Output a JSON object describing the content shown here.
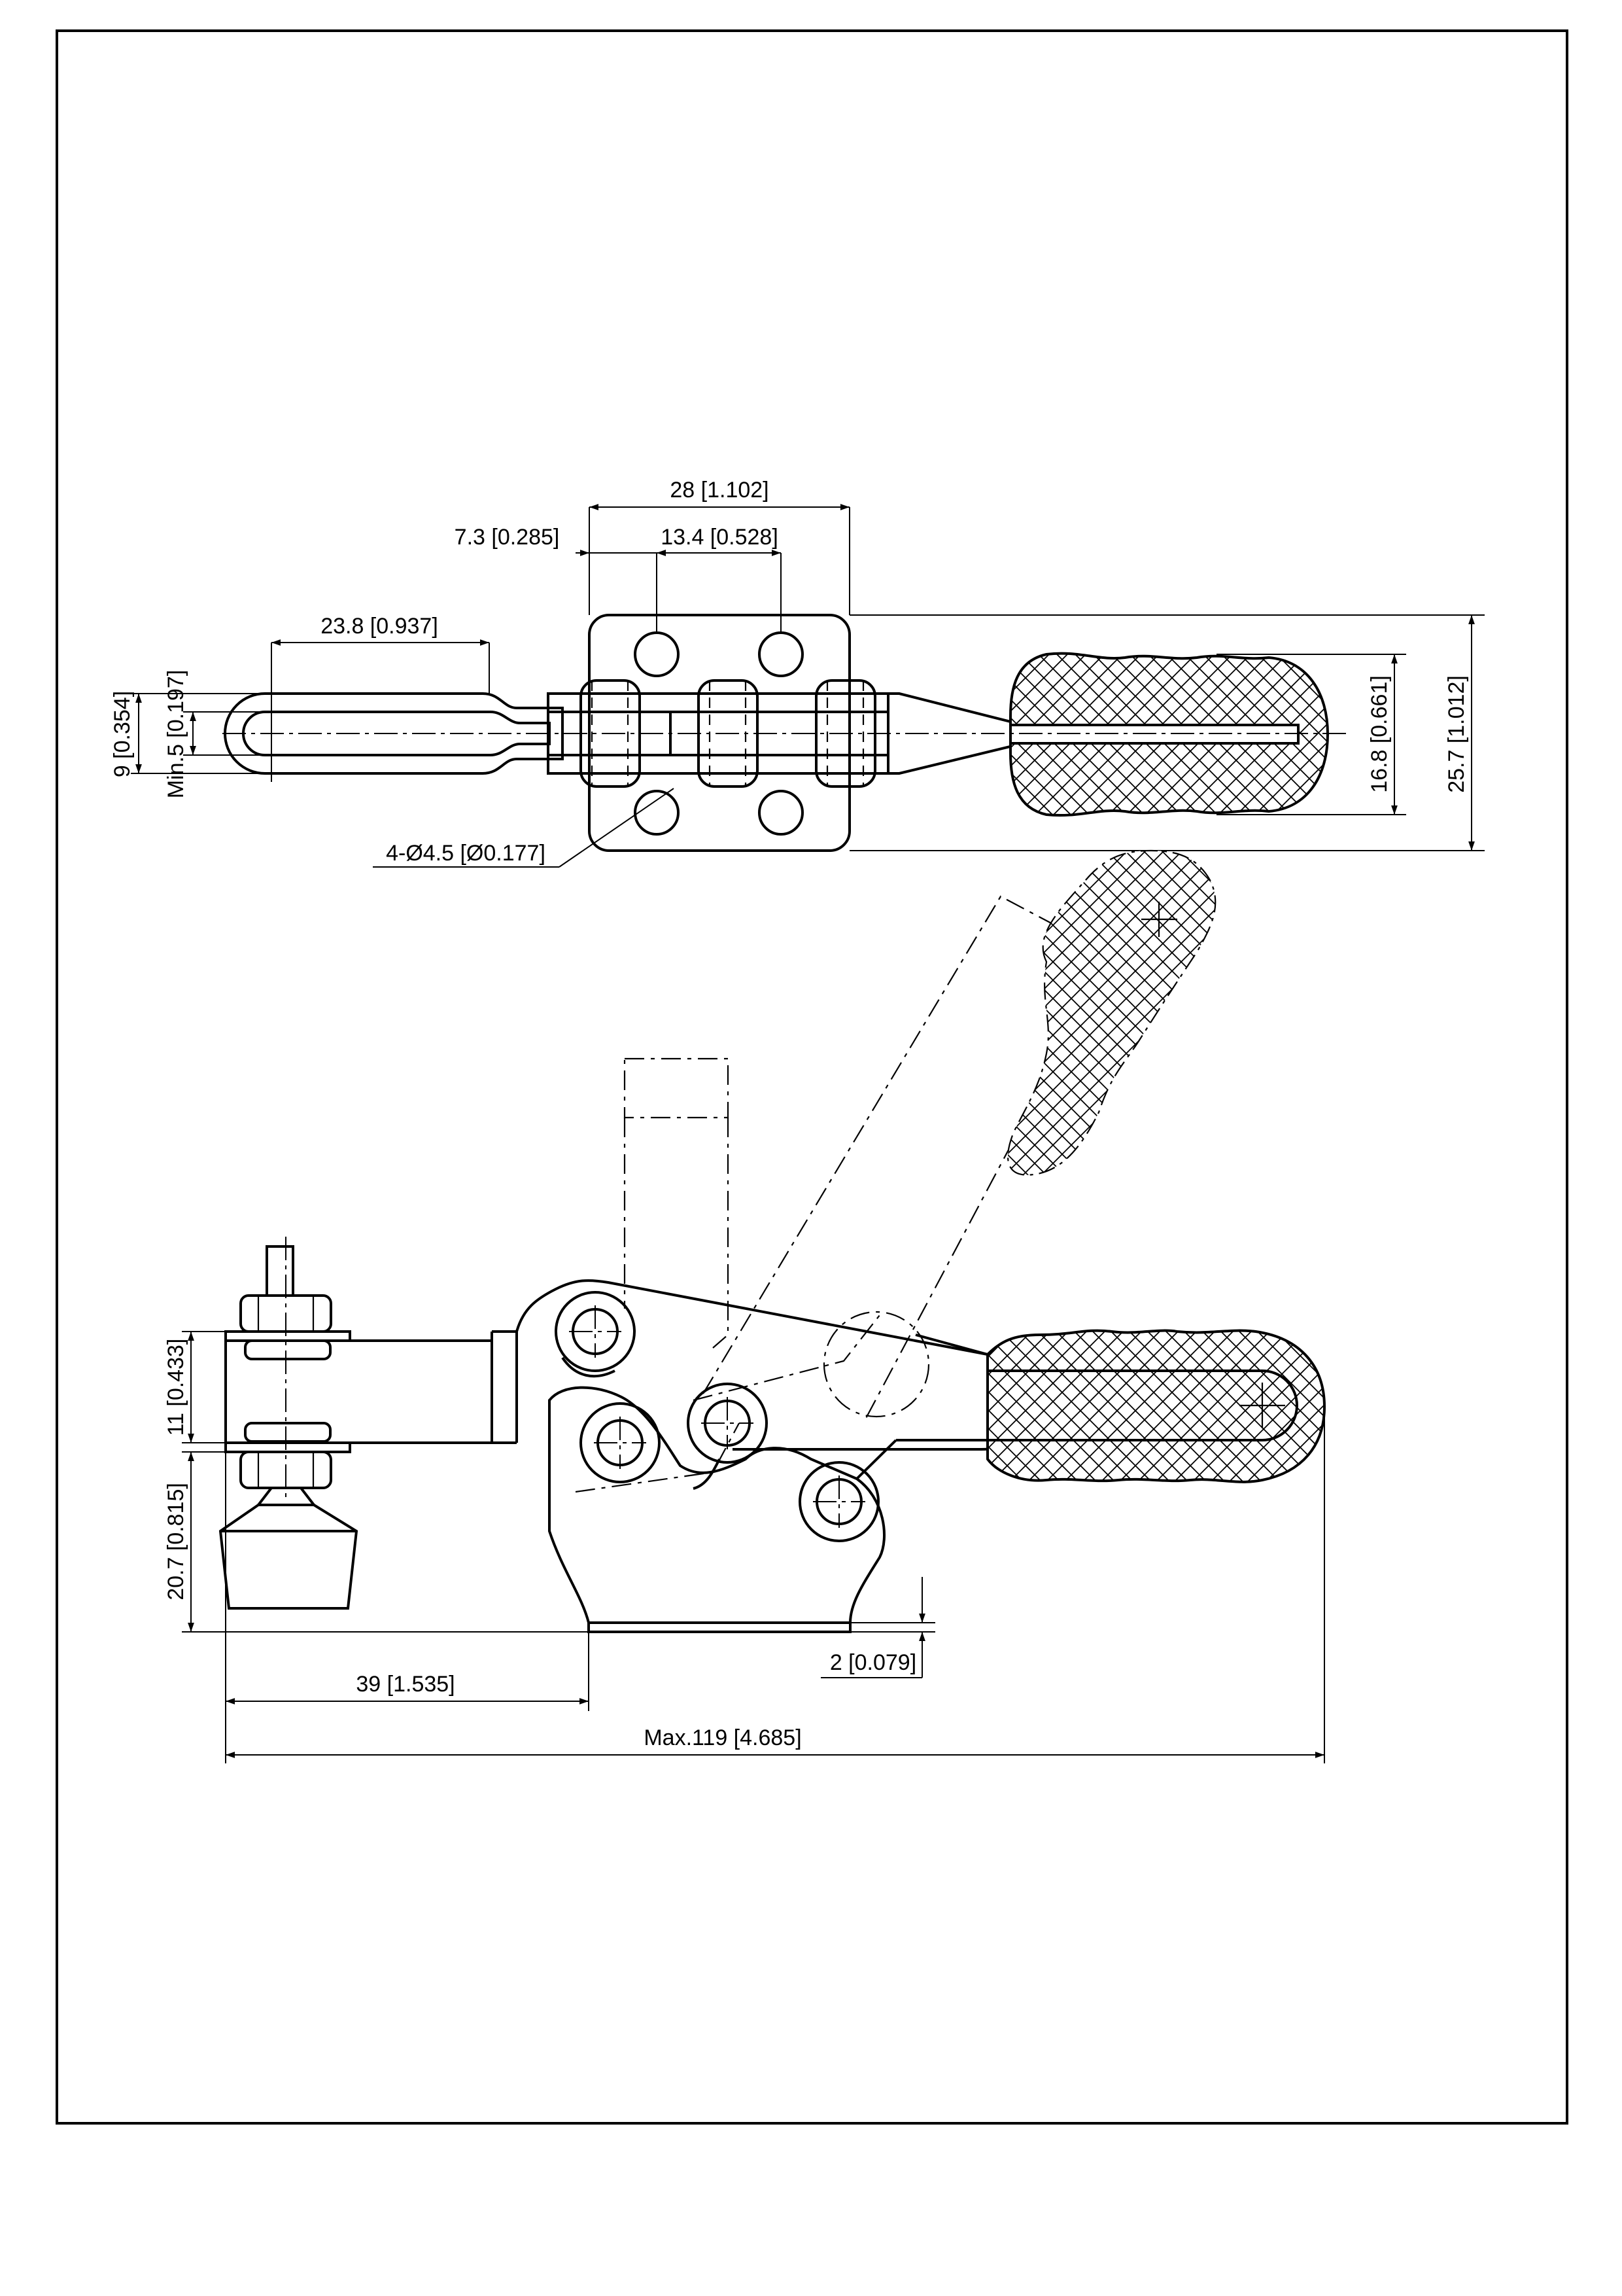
{
  "drawing": {
    "top_view": {
      "dims": {
        "overall_base_width": "28 [1.102]",
        "hole_offset": "7.3 [0.285]",
        "hole_spacing": "13.4 [0.528]",
        "spindle_slot_length": "23.8 [0.937]",
        "slot_width": "9 [0.354]",
        "slot_min": "Min.5 [0.197]",
        "handle_grip_width": "16.8 [0.661]",
        "overall_height": "25.7 [1.012]",
        "mounting_holes": "4-Ø4.5 [Ø0.177]"
      }
    },
    "side_view": {
      "dims": {
        "arm_height": "11 [0.433]",
        "spindle_height": "20.7 [0.815]",
        "base_thickness": "2 [0.079]",
        "base_offset": "39 [1.535]",
        "overall_length": "Max.119 [4.685]"
      }
    }
  }
}
